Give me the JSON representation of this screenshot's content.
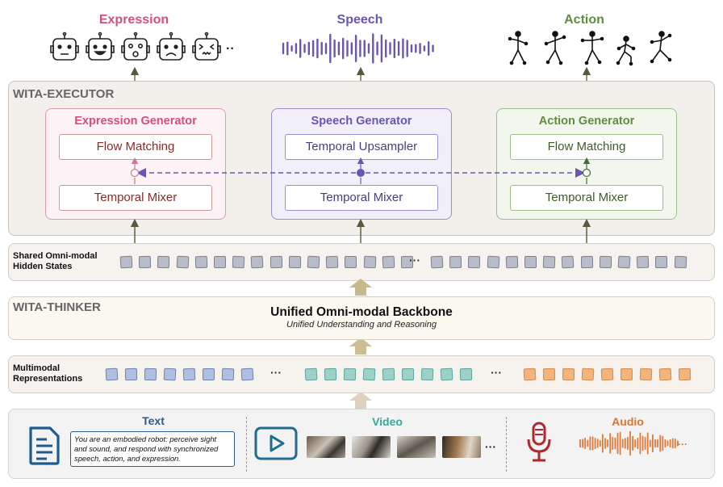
{
  "top": {
    "expression_label": "Expression",
    "speech_label": "Speech",
    "action_label": "Action",
    "ellipsis": "··"
  },
  "executor": {
    "title": "WITA-EXECUTOR",
    "expression_generator": {
      "title": "Expression Generator",
      "top_block": "Flow Matching",
      "bottom_block": "Temporal Mixer"
    },
    "speech_generator": {
      "title": "Speech Generator",
      "top_block": "Temporal Upsampler",
      "bottom_block": "Temporal Mixer"
    },
    "action_generator": {
      "title": "Action Generator",
      "top_block": "Flow Matching",
      "bottom_block": "Temporal Mixer"
    }
  },
  "shared": {
    "label_line1": "Shared Omni-modal",
    "label_line2": "Hidden States",
    "ellipsis": "···"
  },
  "thinker": {
    "title": "WITA-THINKER",
    "heading": "Unified Omni-modal Backbone",
    "subheading": "Unified Understanding and Reasoning"
  },
  "multimodal": {
    "label_line1": "Multimodal",
    "label_line2": "Representations",
    "ellipsis1": "···",
    "ellipsis2": "···"
  },
  "inputs": {
    "text_label": "Text",
    "text_prompt": "You are an embodied robot: perceive sight and sound, and respond with synchronized speech, action, and expression.",
    "video_label": "Video",
    "video_ellipsis": "···",
    "audio_label": "Audio",
    "audio_ellipsis": "···"
  },
  "colors": {
    "expression": "#d64f7a",
    "speech": "#6a55b5",
    "action": "#5f8c3e",
    "token_gray": "#b8bcc8",
    "token_blue": "#aebfe0",
    "token_teal": "#9ed0c9",
    "token_orange": "#f2b47c",
    "audio": "#e07a3a",
    "arrow_up": "#d9ccb0"
  },
  "icons": [
    "robot-face-neutral-icon",
    "robot-face-happy-icon",
    "robot-face-surprised-icon",
    "robot-face-sad-icon",
    "robot-face-squint-icon",
    "waveform-icon",
    "stick-figure-icon",
    "document-icon",
    "play-icon",
    "microphone-icon"
  ]
}
